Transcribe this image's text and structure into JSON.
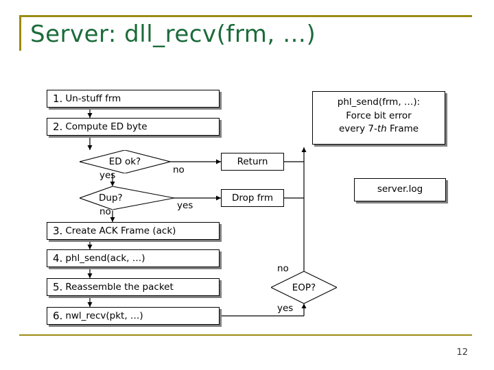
{
  "slide": {
    "title": "Server: dll_recv(frm, …)",
    "page_number": "12",
    "accent_color": "#9a8b12",
    "title_color": "#1b6b3a"
  },
  "flow": {
    "steps": [
      {
        "num": "1.",
        "text": "Un-stuff frm"
      },
      {
        "num": "2.",
        "text": "Compute ED byte"
      },
      {
        "num": "3.",
        "text": "Create ACK Frame (ack)"
      },
      {
        "num": "4.",
        "text": "phl_send(ack, …)"
      },
      {
        "num": "5.",
        "text": "Reassemble the packet"
      },
      {
        "num": "6.",
        "text": "nwl_recv(pkt, …)"
      }
    ],
    "decisions": [
      {
        "label": "ED ok?",
        "yes_label": "yes",
        "no_label": "no"
      },
      {
        "label": "Dup?",
        "yes_label": "yes",
        "no_label": "no"
      },
      {
        "label": "EOP?",
        "yes_label": "yes",
        "no_label": "no"
      }
    ],
    "terminals": [
      {
        "label": "Return"
      },
      {
        "label": "Drop frm"
      }
    ]
  },
  "notes": {
    "phl_send": {
      "line1": "phl_send(frm, …):",
      "line2": "Force bit error",
      "line3_pre": "every 7-",
      "line3_italic": "th",
      "line3_post": " Frame"
    },
    "server_log": "server.log"
  }
}
